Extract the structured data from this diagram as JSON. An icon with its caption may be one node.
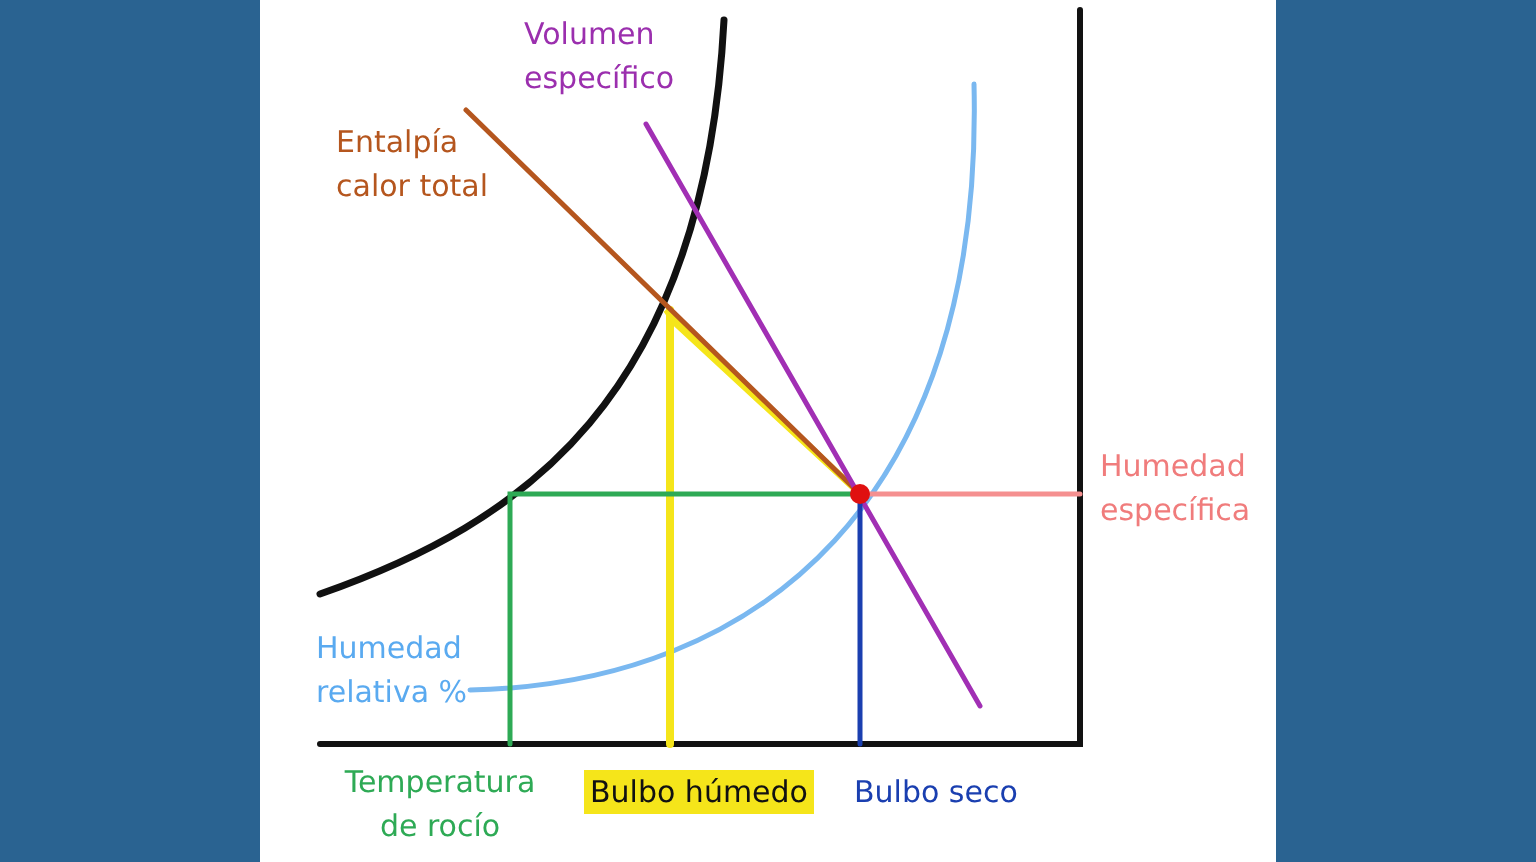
{
  "diagram": {
    "labels": [
      "Volumen específico",
      "Entalpía calor total",
      "Humedad específica",
      "Humedad relativa %",
      "Temperatura de rocío",
      "Bulbo húmedo",
      "Bulbo seco"
    ]
  }
}
